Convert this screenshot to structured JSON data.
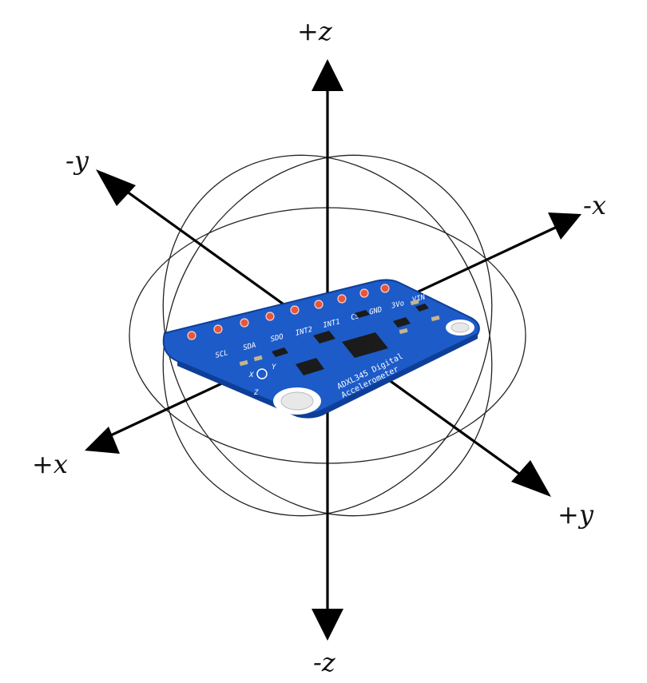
{
  "axes": {
    "plus_z": "+z",
    "minus_z": "-z",
    "minus_y": "-y",
    "plus_y": "+y",
    "minus_x": "-x",
    "plus_x": "+x"
  },
  "board": {
    "pins": [
      "SCL",
      "SDA",
      "SDO",
      "INT2",
      "INT1",
      "CS",
      "GND",
      "3Vo",
      "VIN"
    ],
    "title_line1": "ADXL345 Digital",
    "title_line2": "Accelerometer",
    "orientation_letters": {
      "z": "Z",
      "y": "Y",
      "x": "X"
    }
  },
  "colors": {
    "board": "#1d5bc8",
    "board_edge": "#0e3f98",
    "pad": "#e6563d",
    "axis": "#000000",
    "orbit": "#222222"
  }
}
